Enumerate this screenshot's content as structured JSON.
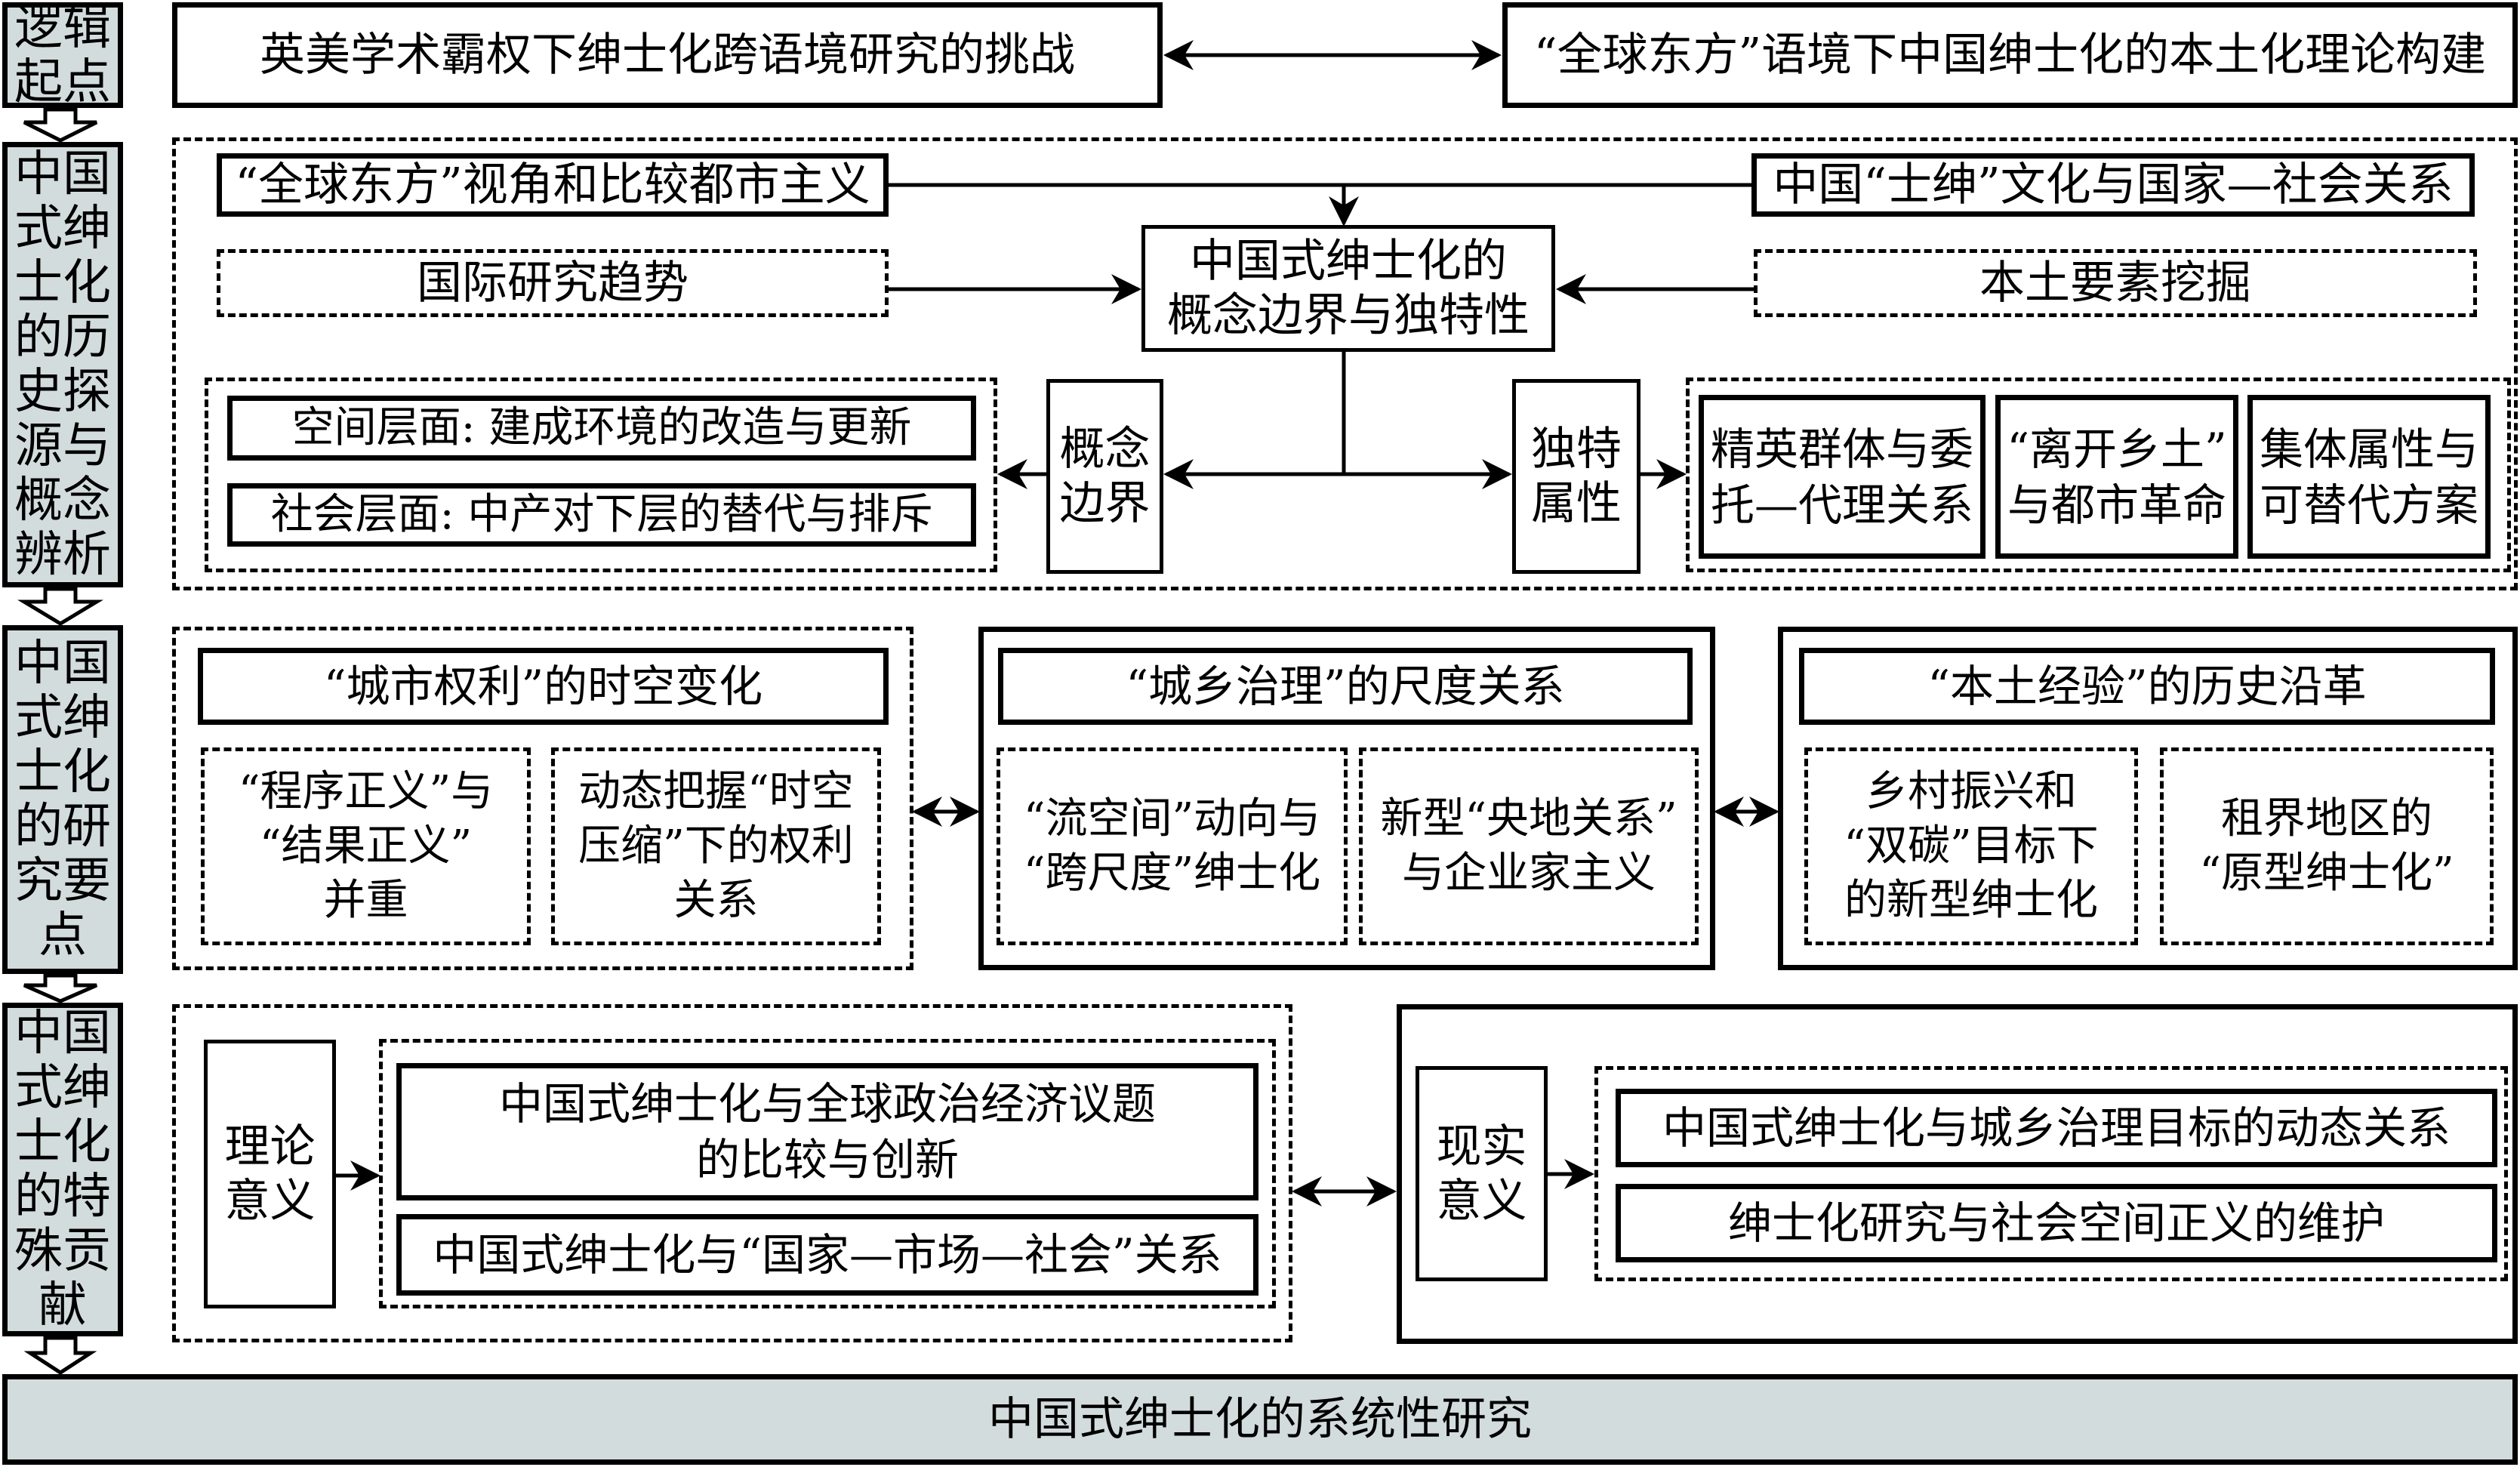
{
  "sidebar": {
    "stages": [
      {
        "label": "逻辑起点"
      },
      {
        "label": "中国式绅士化的历史探源与概念辨析"
      },
      {
        "label": "中国式绅士化的研究要点"
      },
      {
        "label": "中国式绅士化的特殊贡献"
      }
    ]
  },
  "logic_start": {
    "left": "英美学术霸权下绅士化跨语境研究的挑战",
    "right": "“全球东方”语境下中国绅士化的本土化理论构建"
  },
  "history": {
    "top_left": "“全球东方”视角和比较都市主义",
    "top_right": "中国“士绅”文化与国家—社会关系",
    "mid_left": "国际研究趋势",
    "mid_right": "本土要素挖掘",
    "center": "中国式绅士化的\n概念边界与独特性",
    "concept_boundary": "概念\n边界",
    "unique_attr": "独特\n属性",
    "boundary_items": [
      "空间层面: 建成环境的改造与更新",
      "社会层面: 中产对下层的替代与排斥"
    ],
    "attr_items": [
      "精英群体与委\n托—代理关系",
      "“离开乡土”\n与都市革命",
      "集体属性与\n可替代方案"
    ]
  },
  "research": {
    "blocks": [
      {
        "title": "“城市权利”的时空变化",
        "items": [
          "“程序正义”与\n“结果正义”\n并重",
          "动态把握“时空\n压缩”下的权利\n关系"
        ]
      },
      {
        "title": "“城乡治理”的尺度关系",
        "items": [
          "“流空间”动向与\n“跨尺度”绅士化",
          "新型“央地关系”\n与企业家主义"
        ]
      },
      {
        "title": "“本土经验”的历史沿革",
        "items": [
          "乡村振兴和\n“双碳”目标下\n的新型绅士化",
          "租界地区的\n“原型绅士化”"
        ]
      }
    ]
  },
  "contribution": {
    "theory_label": "理论\n意义",
    "theory_items": [
      "中国式绅士化与全球政治经济议题\n的比较与创新",
      "中国式绅士化与“国家—市场—社会”关系"
    ],
    "practice_label": "现实\n意义",
    "practice_items": [
      "中国式绅士化与城乡治理目标的动态关系",
      "绅士化研究与社会空间正义的维护"
    ]
  },
  "bottom": {
    "label": "中国式绅士化的系统性研究"
  },
  "colors": {
    "stage_fill": "#d3dcdc",
    "line": "#000000"
  }
}
